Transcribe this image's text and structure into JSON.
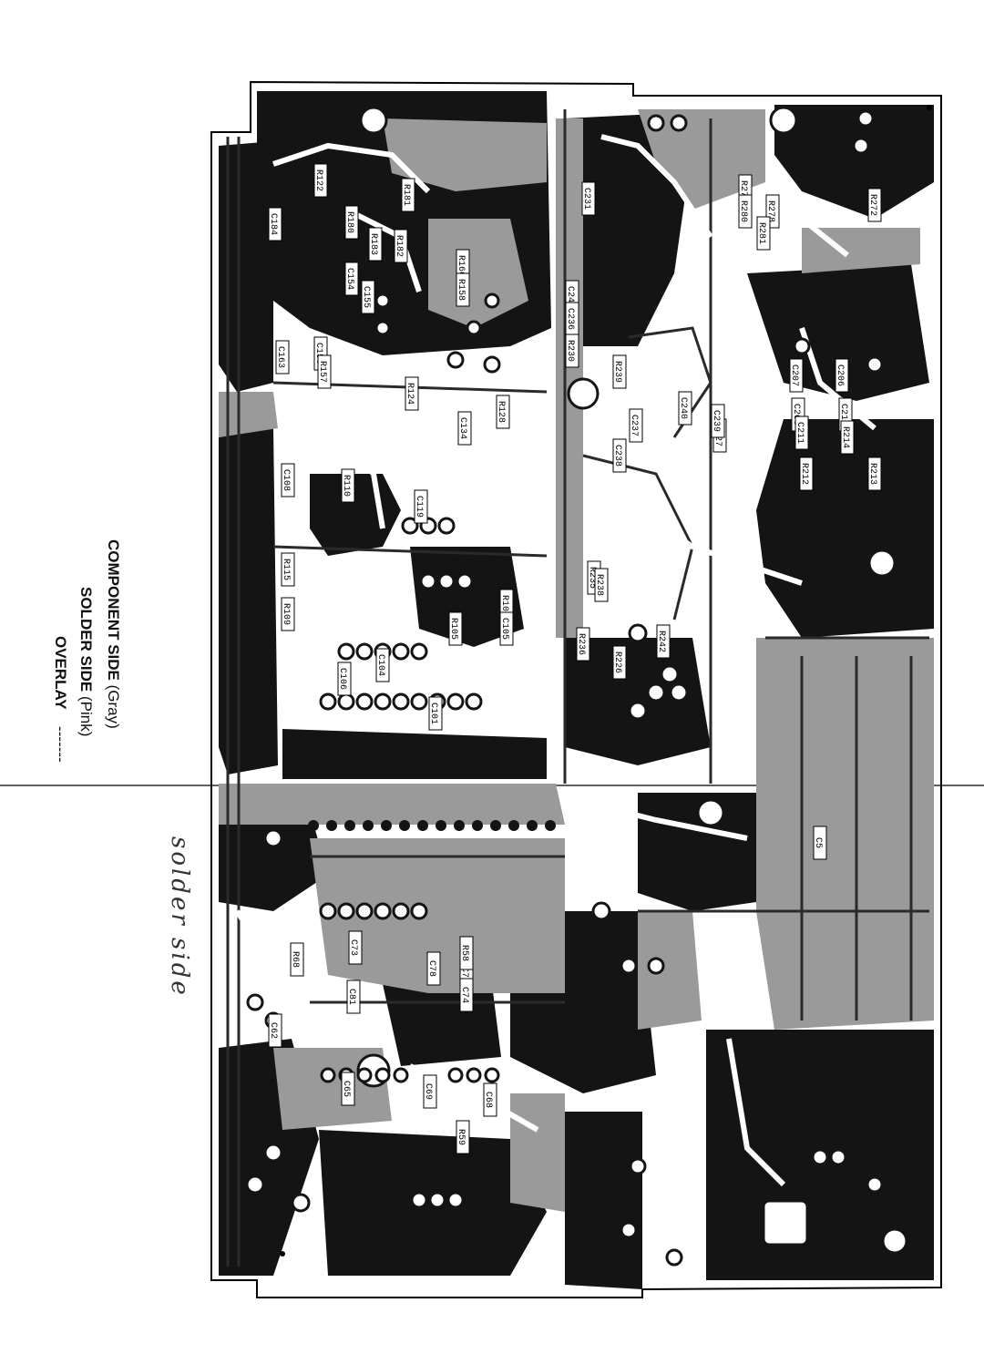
{
  "legend": {
    "component_side": "COMPONENT SIDE",
    "component_color": "(Gray)",
    "solder_side": "SOLDER SIDE",
    "solder_color": "(Pink)",
    "overlay": "OVERLAY",
    "overlay_mark": "-------"
  },
  "handwritten_note": "solder side",
  "colors": {
    "solder_fill": "#141414",
    "component_fill": "#9a9a9a",
    "board_bg": "#ffffff",
    "outline": "#000000"
  },
  "component_labels": [
    "R122",
    "R181",
    "R180",
    "R183",
    "C184",
    "R182",
    "C154",
    "R160",
    "R158",
    "C155",
    "C163",
    "C156",
    "R157",
    "R124",
    "C134",
    "R128",
    "C108",
    "R110",
    "C119",
    "R115",
    "R109",
    "R108",
    "R105",
    "C105",
    "C104",
    "C106",
    "C101",
    "C231",
    "C244",
    "C236",
    "R230",
    "R239",
    "C240",
    "C237",
    "R227",
    "C239",
    "C238",
    "R235",
    "R238",
    "R236",
    "R226",
    "R242",
    "R276",
    "R280",
    "R278",
    "R281",
    "R272",
    "C207",
    "C206",
    "C208",
    "C210",
    "C211",
    "R214",
    "R212",
    "R213",
    "C5",
    "R68",
    "C75",
    "C74",
    "C73",
    "C78",
    "C81",
    "R58",
    "C65",
    "C69",
    "C68",
    "R59",
    "C62"
  ]
}
